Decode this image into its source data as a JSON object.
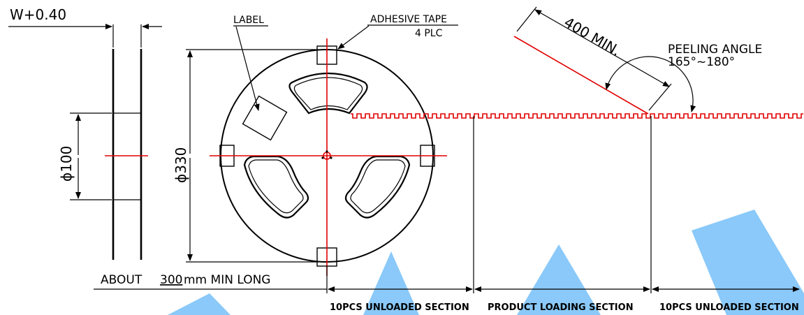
{
  "dims": {
    "width_tol": "W+0.40",
    "hub_dia": "ϕ100",
    "reel_dia": "ϕ330",
    "leader_len": "400 MIN."
  },
  "callouts": {
    "label": "LABEL",
    "adhesive_line1": "ADHESIVE TAPE",
    "adhesive_line2": "4 PLC",
    "peel_title": "PEELING ANGLE",
    "peel_range": "165°~180°"
  },
  "notes": {
    "about": "ABOUT",
    "about_value": "300",
    "about_rest": "mm MIN LONG"
  },
  "sections": [
    "10PCS UNLOADED SECTION",
    "PRODUCT LOADING SECTION",
    "10PCS UNLOADED SECTION"
  ],
  "colors": {
    "outline": "#000000",
    "centerline": "#e00000",
    "watermark": "#2a9df4"
  }
}
